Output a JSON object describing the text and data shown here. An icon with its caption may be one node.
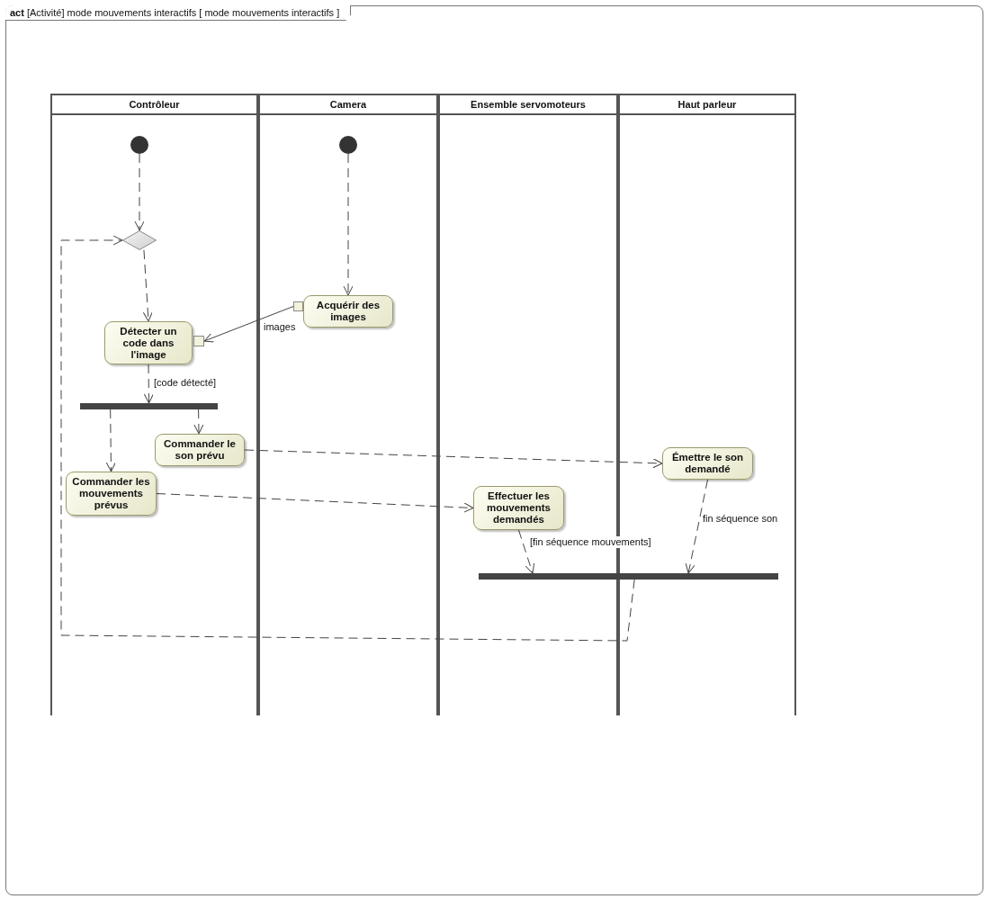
{
  "diagram": {
    "title": "**act** [Activité] mode mouvements interactifs [ mode mouvements interactifs ]",
    "nodes": [
      {
        "text": [
          "Contrôleur"
        ]
      },
      {
        "text": [
          "Camera"
        ]
      },
      {
        "text": [
          "Ensemble servomoteurs"
        ]
      },
      {
        "text": [
          "Haut parleur"
        ]
      },
      {
        "text": [],
        "shape": "circle",
        "in": 0
      },
      {
        "text": [],
        "shape": "circle",
        "in": 1
      },
      {
        "text": [],
        "shape": "diamond",
        "in": 0
      },
      {
        "text": [
          "Acquérir des images"
        ],
        "in": 1
      },
      {
        "text": [],
        "shape": "box",
        "in": 1
      },
      {
        "text": [
          "Détecter un code dans l'image"
        ],
        "in": 0
      },
      {
        "text": [],
        "shape": "box",
        "in": 0
      },
      {
        "text": [],
        "shape": "bar",
        "in": 0
      },
      {
        "text": [
          "Commander le son prévu"
        ],
        "in": 0
      },
      {
        "text": [
          "Commander les mouvements prévus"
        ],
        "in": 0
      },
      {
        "text": [
          "Effectuer les mouvements demandés"
        ],
        "in": 2
      },
      {
        "text": [
          "Émettre le son demandé"
        ],
        "in": 3
      },
      {
        "text": [],
        "shape": "bar"
      }
    ],
    "edges": [
      {
        "from": 4,
        "to": 6,
        "arrow": "to",
        "style": "dashed"
      },
      {
        "from": 6,
        "to": 9,
        "arrow": "to",
        "style": "dashed"
      },
      {
        "from": 5,
        "to": 7,
        "arrow": "to",
        "style": "dashed"
      },
      {
        "from": 8,
        "to": 10,
        "arrow": "to",
        "label": "images"
      },
      {
        "from": 9,
        "to": 11,
        "arrow": "to",
        "style": "dashed",
        "label": "[code détecté]"
      },
      {
        "from": 11,
        "to": 13,
        "arrow": "to",
        "style": "dashed"
      },
      {
        "from": 11,
        "to": 12,
        "arrow": "to",
        "style": "dashed"
      },
      {
        "from": 12,
        "to": 15,
        "arrow": "to",
        "style": "dashed"
      },
      {
        "from": 13,
        "to": 14,
        "arrow": "to",
        "style": "dashed"
      },
      {
        "from": 14,
        "to": 16,
        "arrow": "to",
        "style": "dashed",
        "label": "[fin séquence mouvements]"
      },
      {
        "from": 15,
        "to": 16,
        "arrow": "to",
        "style": "dashed",
        "label": "fin séquence son"
      },
      {
        "from": 16,
        "to": 6,
        "arrow": "to",
        "style": "dashed"
      }
    ]
  }
}
